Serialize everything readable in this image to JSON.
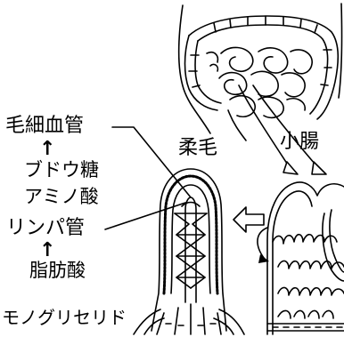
{
  "labels": {
    "capillary": "毛細血管",
    "glucose": "ブドウ糖",
    "amino_acid": "アミノ酸",
    "lymph": "リンパ管",
    "fatty_acid": "脂肪酸",
    "monoglyceride": "モノグリセリド",
    "villus": "柔毛",
    "small_intestine": "小腸"
  },
  "icons": {
    "arrow_up_1": "up-arrow-icon",
    "arrow_up_2": "up-arrow-icon"
  }
}
